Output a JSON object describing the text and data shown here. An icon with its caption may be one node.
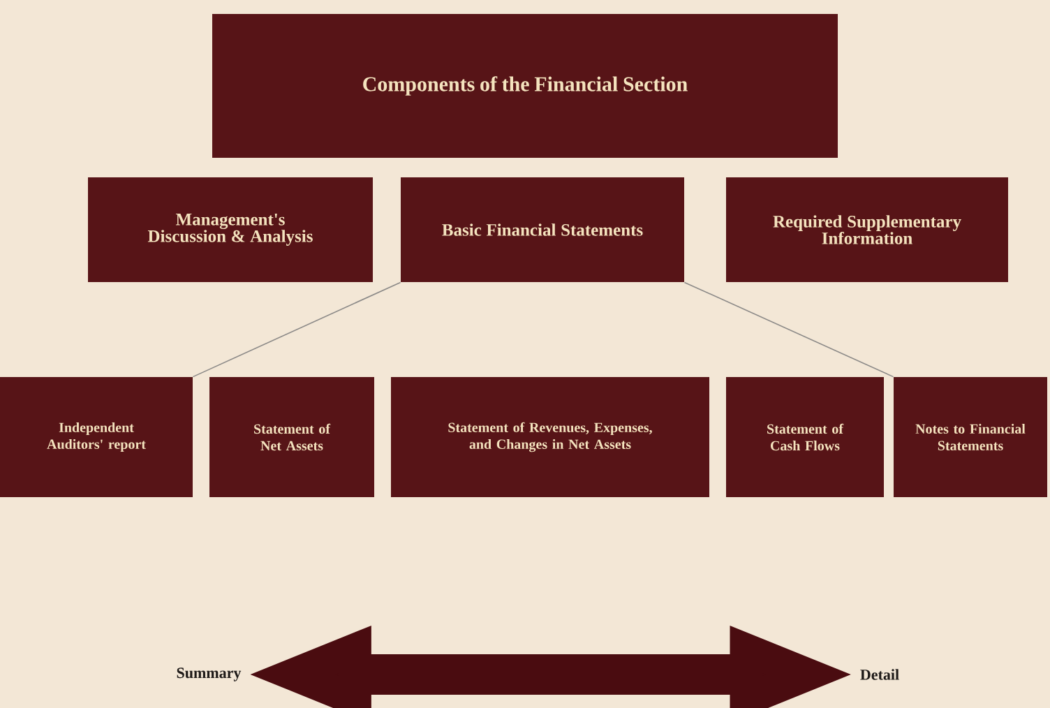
{
  "diagram": {
    "nodes": [
      {
        "text": [
          "Components of the Financial Section"
        ]
      },
      {
        "text": [
          "Management's Discussion & Analysis"
        ]
      },
      {
        "text": [
          "Basic Financial Statements"
        ]
      },
      {
        "text": [
          "Required Supplementary Information"
        ]
      },
      {
        "text": [
          "Independent Auditors' report"
        ]
      },
      {
        "text": [
          "Statement of Net Assets"
        ]
      },
      {
        "text": [
          "Statement of Revenues, Expenses, and Changes in Net Assets"
        ]
      },
      {
        "text": [
          "Statement of Cash Flows"
        ]
      },
      {
        "text": [
          "Notes to Financial Statements"
        ]
      },
      {
        "text": [
          "Summary"
        ]
      },
      {
        "text": [
          "Detail"
        ]
      }
    ],
    "edges": [
      {
        "from": 2,
        "to": 4,
        "arrow": "none"
      },
      {
        "from": 2,
        "to": 8,
        "arrow": "none"
      },
      {
        "from": 9,
        "to": 10,
        "arrow": "both",
        "style": "thick",
        "color": "#4a0c10"
      }
    ]
  }
}
